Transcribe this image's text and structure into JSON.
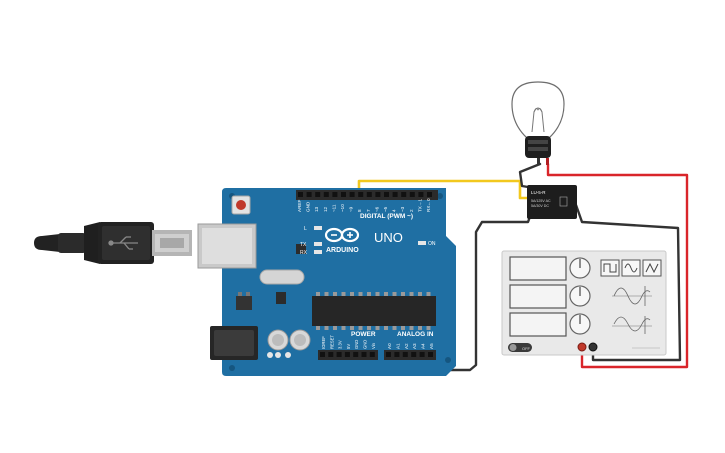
{
  "board": {
    "brand": "ARDUINO",
    "model": "UNO",
    "digital_label": "DIGITAL (PWM ~)",
    "power_label": "POWER",
    "analog_label": "ANALOG IN",
    "on_label": "ON",
    "led_labels": [
      "L",
      "TX",
      "RX"
    ],
    "digital_pins": [
      "AREF",
      "GND",
      "13",
      "12",
      "~11",
      "~10",
      "~9",
      "8",
      "7",
      "~6",
      "~5",
      "4",
      "~3",
      "2",
      "TX→1",
      "RX←0"
    ],
    "power_pins": [
      "IOREF",
      "RESET",
      "3.3V",
      "5V",
      "GND",
      "GND",
      "Vin"
    ],
    "analog_pins": [
      "A0",
      "A1",
      "A2",
      "A3",
      "A4",
      "A5"
    ]
  },
  "relay": {
    "part": "LU-5-R",
    "spec_line1": "5A/125V AC",
    "spec_line2": "5A/30V DC"
  },
  "generator": {
    "toggle_label": "OFF"
  },
  "wires": {
    "signal_color": "#f2c81e",
    "ground_color": "#333333",
    "power_color": "#d9252a"
  },
  "colors": {
    "board": "#1f6fa3",
    "board_dark": "#155680",
    "header": "#2b2b2b"
  }
}
